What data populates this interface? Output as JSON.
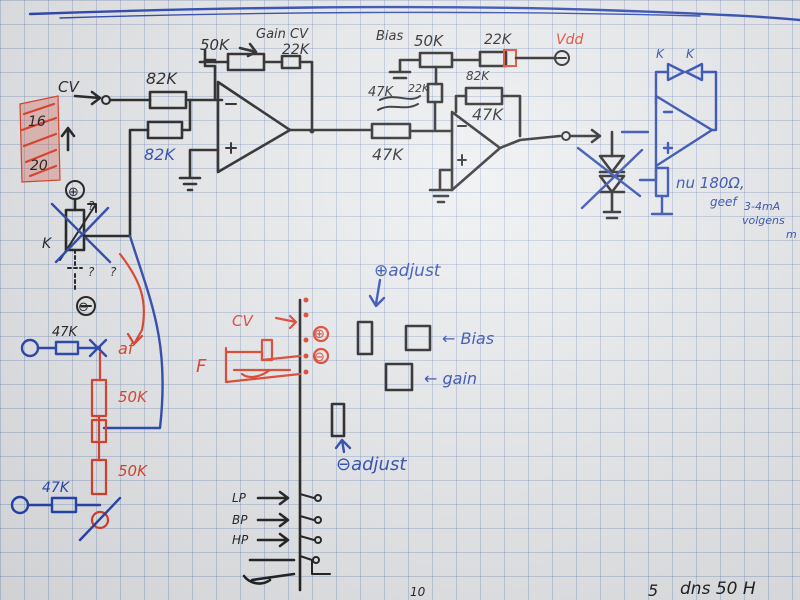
{
  "schematic": {
    "cv_input": "CV",
    "r_cv_in": "82K",
    "r_feedback_in": "82K",
    "pot_gain": "50K",
    "gain_cv": "Gain CV",
    "r_gain": "22K",
    "bias": "Bias",
    "pot_bias": "50K",
    "r_bias_vdd": "22K",
    "vdd": "Vdd",
    "r_47k_a": "47K",
    "r_82k_small": "82K",
    "r_22k_small": "22K",
    "r_47k_b": "47K",
    "r_47k_c": "47K",
    "led_k_left": "K",
    "led_k_right": "K",
    "r_180": "nu 180Ω,",
    "note_line1": "geef",
    "note_line2": "3-4mA",
    "note_line3": "volgens",
    "note_line4": "m"
  },
  "left_network": {
    "range_top": "16",
    "range_bottom": "20",
    "plus": "⊕",
    "minus": "⊖",
    "q1": "?",
    "q2": "?",
    "q3": "?",
    "k": "K",
    "r_top": "47K",
    "pot_1": "50K",
    "pot_2": "50K",
    "r_bottom": "47K",
    "af": "af"
  },
  "panel": {
    "cv": "CV",
    "f": "F",
    "plus_adjust": "⊕adjust",
    "bias": "← Bias",
    "gain": "← gain",
    "minus_adjust": "⊖adjust",
    "lp": "LP",
    "bp": "BP",
    "hp": "HP",
    "plus_small": "⊕",
    "minus_small": "⊖"
  },
  "bottom_scribble": {
    "a": "10",
    "b": "5",
    "c": "dns 50 H"
  },
  "colors": {
    "ink": "#151515",
    "blue": "#1f3fb0",
    "red": "#e2381f",
    "paper": "#eceef1"
  }
}
